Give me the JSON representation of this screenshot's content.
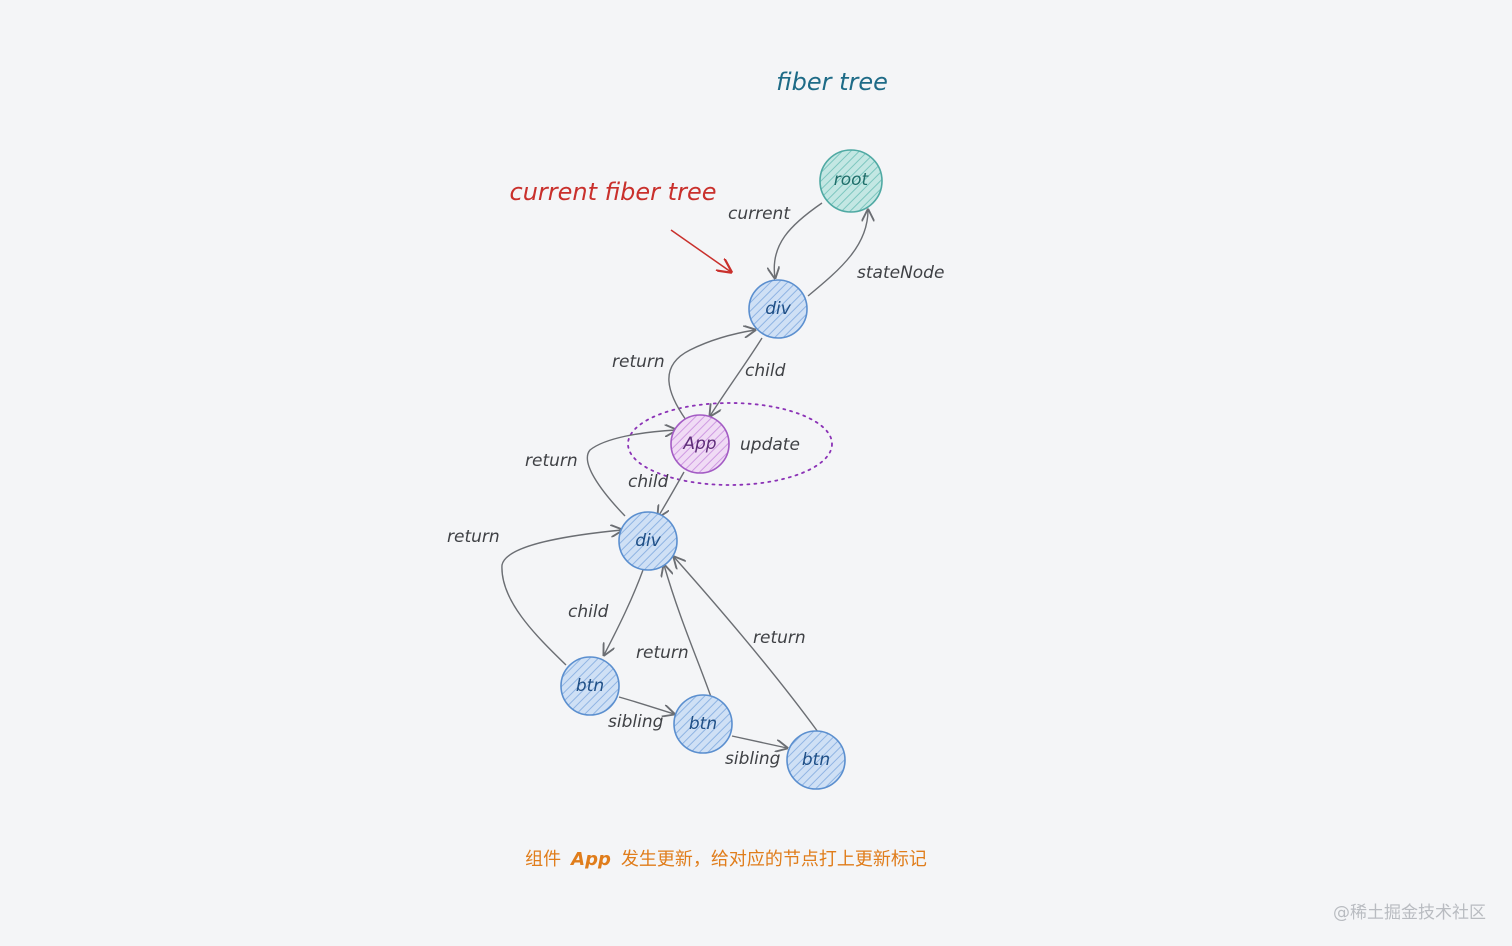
{
  "title": "fiber tree",
  "current_title": "current fiber tree",
  "colors": {
    "blue_fill": "#b9d1ef",
    "blue_stroke": "#5b8fcf",
    "teal_fill": "#a9dbd6",
    "teal_stroke": "#4fa9a3",
    "purple_fill": "#e6c6ef",
    "purple_stroke": "#a35bc4",
    "title": "#1e6b87",
    "current": "#c9302c",
    "update": "#8b32b6",
    "caption": "#e07d1b"
  },
  "nodes": [
    {
      "id": "root",
      "label": "root",
      "color": "teal"
    },
    {
      "id": "div1",
      "label": "div",
      "color": "blue"
    },
    {
      "id": "app",
      "label": "App",
      "color": "purple"
    },
    {
      "id": "div2",
      "label": "div",
      "color": "blue"
    },
    {
      "id": "btn1",
      "label": "btn",
      "color": "blue"
    },
    {
      "id": "btn2",
      "label": "btn",
      "color": "blue"
    },
    {
      "id": "btn3",
      "label": "btn",
      "color": "blue"
    }
  ],
  "edges": {
    "root_current": "current",
    "div1_statenode": "stateNode",
    "app_return": "return",
    "div1_child": "child",
    "div2_return": "return",
    "app_child": "child",
    "btn1_return": "return",
    "div2_child": "child",
    "btn2_return": "return",
    "btn3_return": "return",
    "btn1_sibling": "sibling",
    "btn2_sibling": "sibling"
  },
  "update_label": "update",
  "caption": {
    "before": "组件",
    "app": "App",
    "after": "发生更新，给对应的节点打上更新标记"
  },
  "watermark": "@稀土掘金技术社区"
}
